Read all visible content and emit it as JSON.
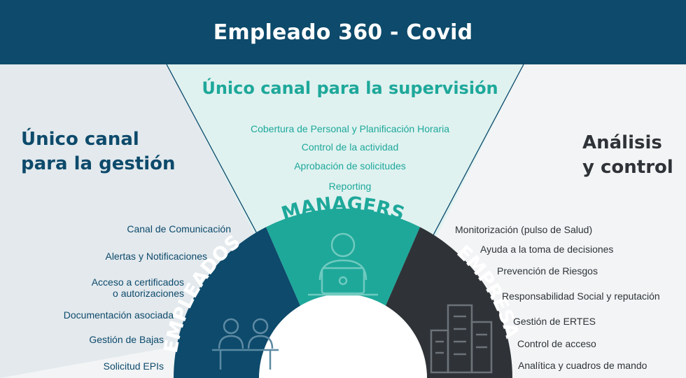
{
  "header": {
    "title": "Empleado 360 - Covid"
  },
  "left_panel": {
    "title_line1": "Único canal",
    "title_line2": "para la gestión"
  },
  "center_panel": {
    "title": "Único canal para la supervisión",
    "items": [
      "Cobertura de Personal y Planificación Horaria",
      "Control de la actividad",
      "Aprobación de solicitudes",
      "Reporting"
    ]
  },
  "right_panel": {
    "title_line1": "Análisis",
    "title_line2": "y control"
  },
  "empleados": {
    "label": "EMPLEADOS",
    "items": [
      "Canal de Comunicación",
      "Alertas y Notificaciones",
      "Acceso a certificados",
      "o autorizaciones",
      "Documentación asociada",
      "Gestión de Bajas",
      "Solicitud EPIs"
    ]
  },
  "managers": {
    "label": "MANAGERS"
  },
  "empresa": {
    "label": "EMPRESA",
    "items": [
      "Monitorización (pulso de Salud)",
      "Ayuda a la toma de decisiones",
      "Prevención de Riesgos",
      "Responsabilidad Social y reputación",
      "Gestión de ERTES",
      "Control de acceso",
      "Analítica  y cuadros de mando"
    ]
  },
  "colors": {
    "header": "#0d4a6b",
    "empleados": "#0d4a6b",
    "managers": "#1ea89a",
    "empresa": "#2f3338"
  },
  "icons": [
    "two-people-at-table-icon",
    "person-with-laptop-icon",
    "office-buildings-icon"
  ]
}
